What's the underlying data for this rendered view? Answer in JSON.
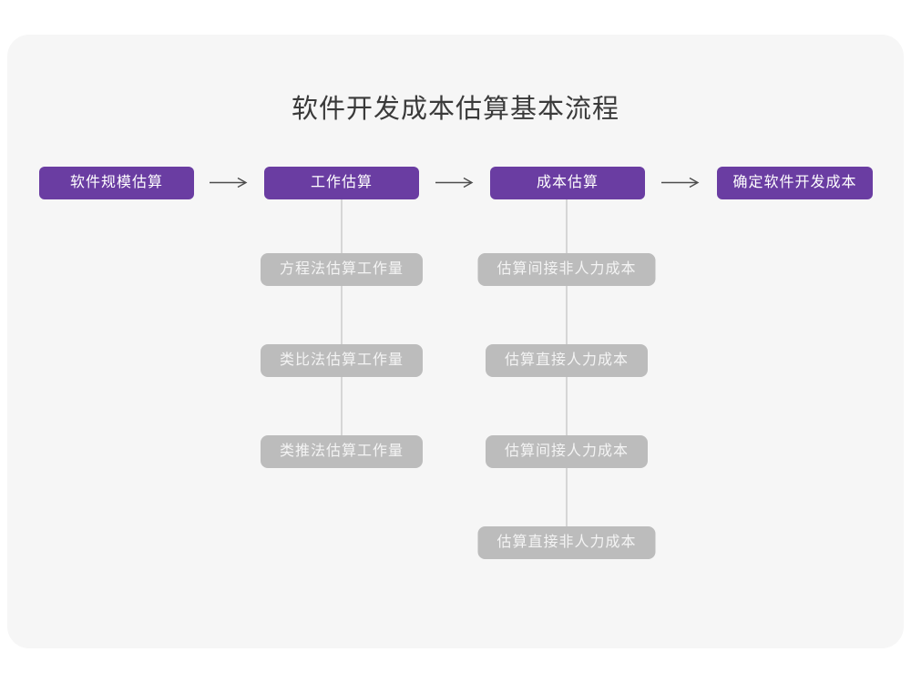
{
  "title": "软件开发成本估算基本流程",
  "flow": {
    "stages": [
      {
        "label": "软件规模估算"
      },
      {
        "label": "工作估算"
      },
      {
        "label": "成本估算"
      },
      {
        "label": "确定软件开发成本"
      }
    ],
    "work_sub_steps": [
      "方程法估算工作量",
      "类比法估算工作量",
      "类推法估算工作量"
    ],
    "cost_sub_steps": [
      "估算间接非人力成本",
      "估算直接人力成本",
      "估算间接人力成本",
      "估算直接非人力成本"
    ]
  },
  "colors": {
    "stage_fill": "#6a3da2",
    "stage_text": "#ffffff",
    "sub_fill": "#bcbcbc",
    "sub_text": "#f4f4f4",
    "card_bg": "#f6f6f6",
    "page_bg": "#ffffff",
    "arrow": "#4d4d4d",
    "connector": "#d6d6d6",
    "title_text": "#3a3a3a"
  }
}
